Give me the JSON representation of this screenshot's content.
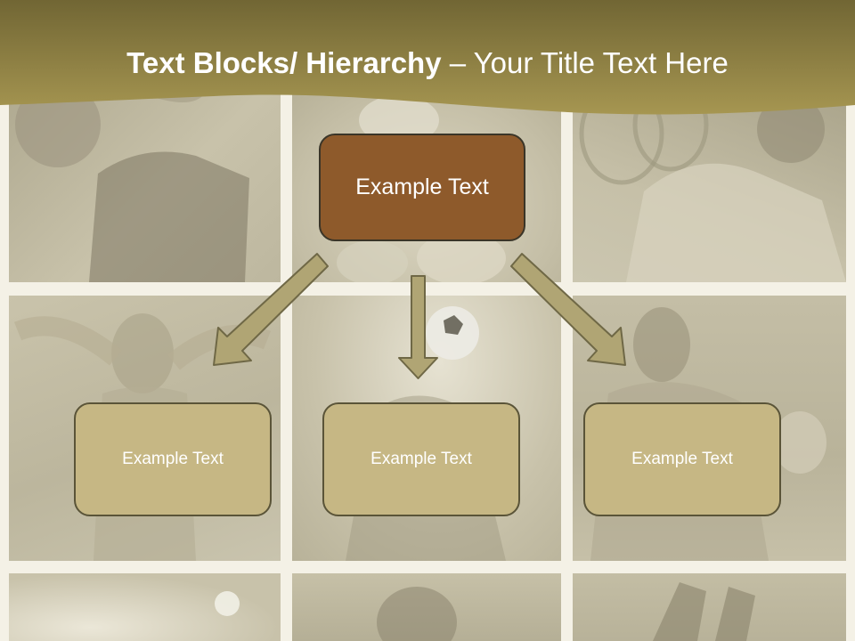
{
  "title": {
    "bold": "Text Blocks/ Hierarchy",
    "rest": " – Your Title Text Here"
  },
  "diagram": {
    "top": "Example Text",
    "children": [
      "Example Text",
      "Example Text",
      "Example Text"
    ]
  },
  "colors": {
    "header": "#8f8040",
    "top_box": "#8e5a2b",
    "child_box": "#c6b784",
    "arrow": "#b0a574",
    "background": "#f4f1e6"
  }
}
